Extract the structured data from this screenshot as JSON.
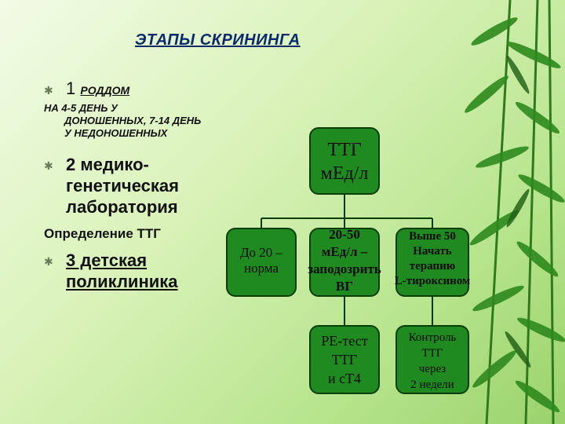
{
  "title": "ЭТАПЫ СКРИНИНГА",
  "stage1": {
    "num": "1",
    "label": "РОДДОМ"
  },
  "stage1_detail": {
    "line1": "НА 4-5 ДЕНЬ У",
    "line2": "ДОНОШЕННЫХ, 7-14 ДЕНЬ",
    "line3": "У НЕДОНОШЕННЫХ"
  },
  "stage2": {
    "line1": "2 медико-",
    "line2": "генетическая",
    "line3": "лаборатория"
  },
  "stage2_detail": "Определение ТТГ",
  "stage3": {
    "line1": "3  детская",
    "line2": "поликлиника"
  },
  "root_box": {
    "line1": "ТТГ",
    "line2": "мЕд/л"
  },
  "box_normal": {
    "line1": "До 20 –",
    "line2": "норма"
  },
  "box_suspect": {
    "line1": "20-50",
    "line2": "мЕд/л –",
    "line3": "заподозрить",
    "line4": "ВГ"
  },
  "box_treat": {
    "line1": "Выше 50",
    "line2": "Начать",
    "line3": "терапию",
    "line4": "L-тироксином"
  },
  "box_retest": {
    "line1": "РЕ-тест",
    "line2": "ТТГ",
    "line3": "и сТ4"
  },
  "box_control": {
    "line1": "Контроль",
    "line2": "ТТГ",
    "line3": "через",
    "line4": "2 недели"
  },
  "colors": {
    "box_fill": "#1f8a1f",
    "box_border": "#0b3d0b",
    "title": "#0a2a6e"
  },
  "icons": {
    "bullet": "asterisk-bullet-icon",
    "decor": "bamboo-leaves-decoration"
  }
}
